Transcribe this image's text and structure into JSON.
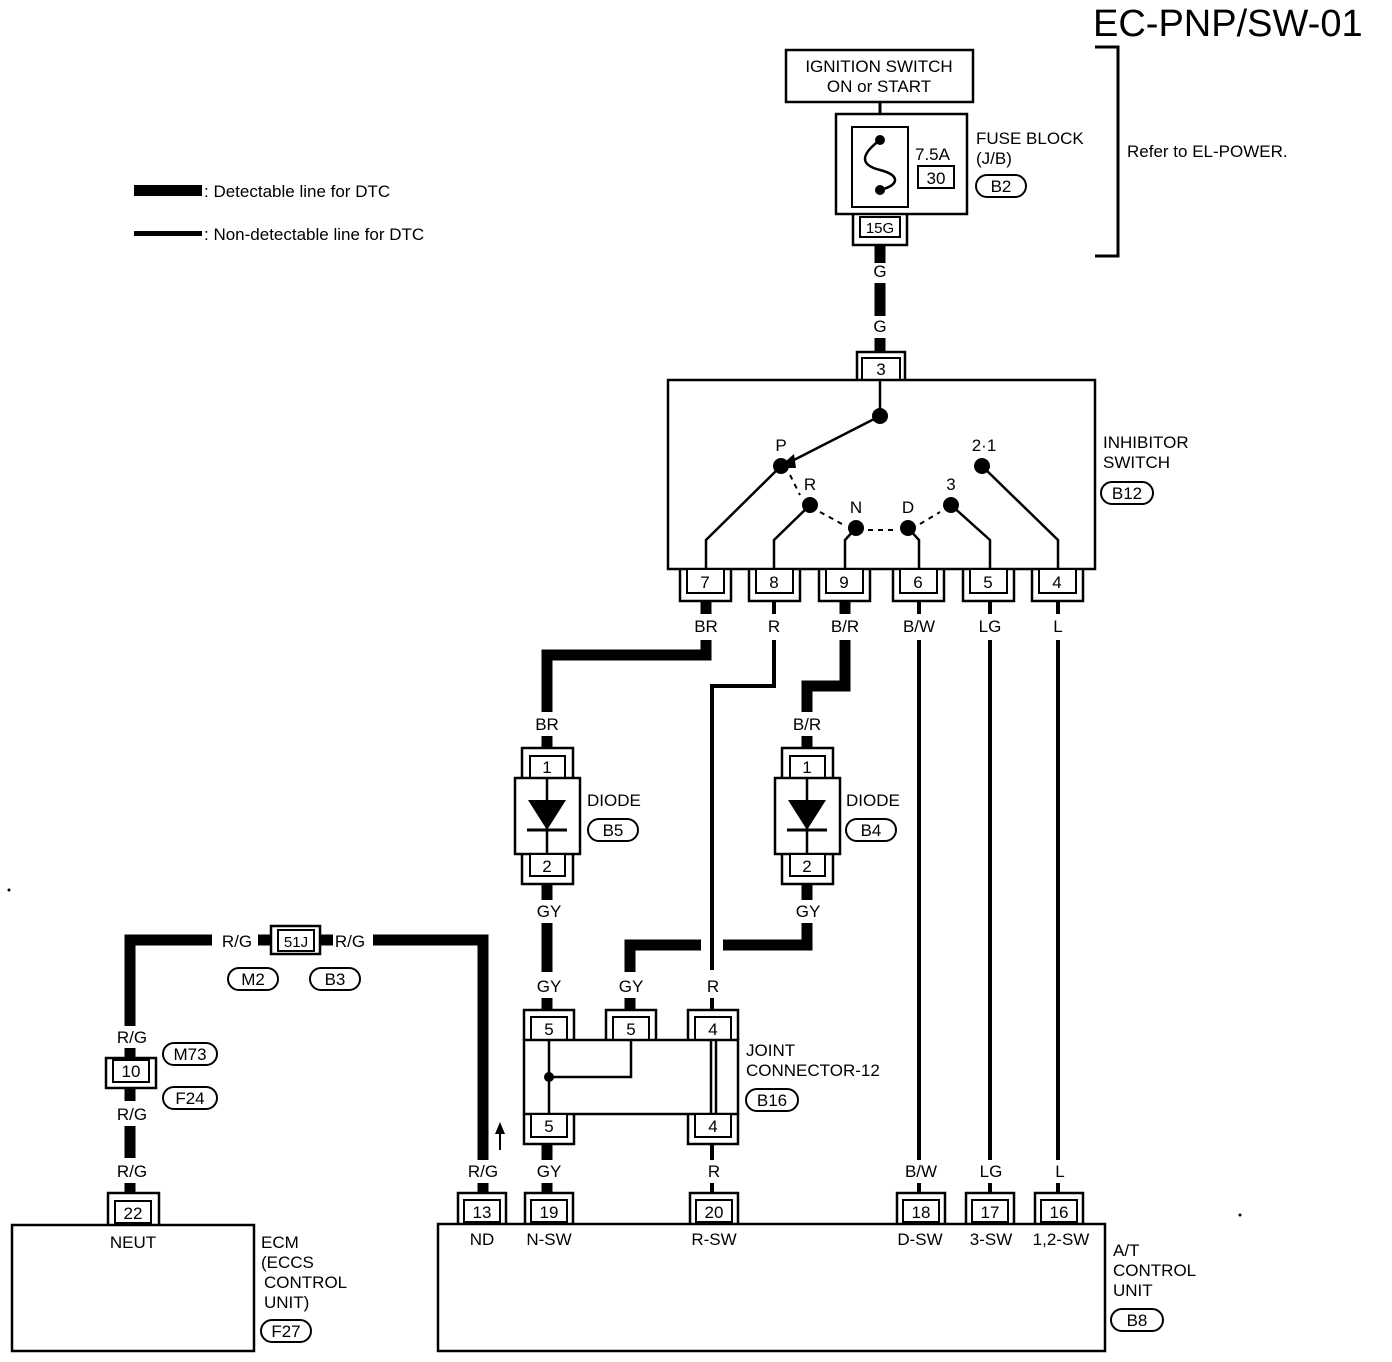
{
  "title": "EC-PNP/SW-01",
  "legend": {
    "detectable": ": Detectable line for DTC",
    "non_detectable": ": Non-detectable line for DTC"
  },
  "ignition": {
    "line1": "IGNITION SWITCH",
    "line2": "ON or START"
  },
  "fuse": {
    "label1": "FUSE BLOCK",
    "label2": "(J/B)",
    "connector": "B2",
    "rating": "7.5A",
    "number": "30",
    "terminal": "15G"
  },
  "refer": "Refer to EL-POWER.",
  "wires": {
    "g1": "G",
    "g2": "G",
    "br1": "BR",
    "r1": "R",
    "br_r1": "B/R",
    "bw1": "B/W",
    "lg1": "LG",
    "l1": "L",
    "br2": "BR",
    "br_r2": "B/R",
    "gy1": "GY",
    "gy2": "GY",
    "gy3": "GY",
    "gy4": "GY",
    "r2": "R",
    "gy5": "GY",
    "r3": "R",
    "bw2": "B/W",
    "lg2": "LG",
    "l2": "L",
    "rg1": "R/G",
    "rg2": "R/G",
    "rg3": "R/G",
    "rg4": "R/G",
    "rg5": "R/G",
    "rg6": "R/G"
  },
  "inhibitor": {
    "label1": "INHIBITOR",
    "label2": "SWITCH",
    "connector": "B12",
    "top_terminal": "3",
    "positions": [
      "P",
      "R",
      "N",
      "D",
      "3",
      "2·1"
    ],
    "terminals": [
      "7",
      "8",
      "9",
      "6",
      "5",
      "4"
    ]
  },
  "diode_b5": {
    "label": "DIODE",
    "connector": "B5",
    "pin_top": "1",
    "pin_bottom": "2"
  },
  "diode_b4": {
    "label": "DIODE",
    "connector": "B4",
    "pin_top": "1",
    "pin_bottom": "2"
  },
  "joint": {
    "label1": "JOINT",
    "label2": "CONNECTOR-12",
    "connector": "B16",
    "top_pins": [
      "5",
      "5",
      "4"
    ],
    "bottom_pins": [
      "5",
      "4"
    ]
  },
  "splice": {
    "terminal": "51J",
    "left_connector": "M2",
    "right_connector": "B3"
  },
  "relay_conn": {
    "terminal": "10",
    "top_connector": "M73",
    "bottom_connector": "F24"
  },
  "ecm": {
    "label1": "ECM",
    "label2": "(ECCS",
    "label3": "CONTROL",
    "label4": "UNIT)",
    "connector": "F27",
    "terminal": "22",
    "pin_name": "NEUT"
  },
  "atcu": {
    "label1": "A/T",
    "label2": "CONTROL",
    "label3": "UNIT",
    "connector": "B8",
    "terminals": [
      "13",
      "19",
      "20",
      "18",
      "17",
      "16"
    ],
    "pin_names": [
      "ND",
      "N-SW",
      "R-SW",
      "D-SW",
      "3-SW",
      "1,2-SW"
    ]
  }
}
